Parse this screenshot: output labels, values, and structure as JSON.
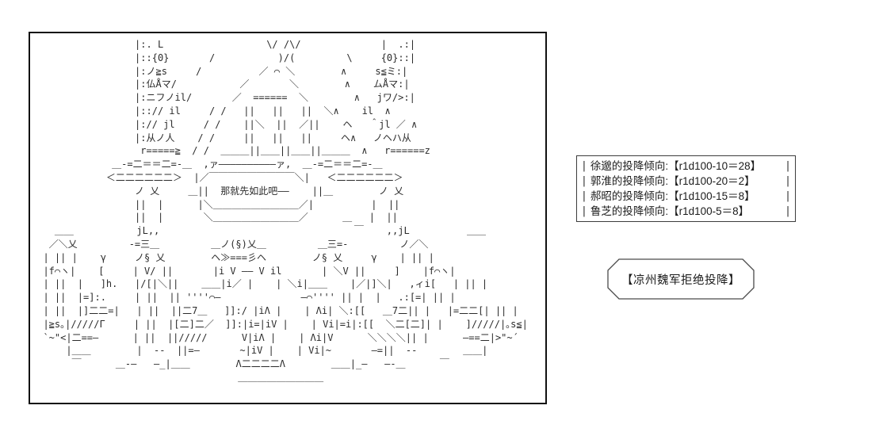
{
  "colors": {
    "background": "#ffffff",
    "ink": "#1b1b1b",
    "aa_ink": "#2b2b2b",
    "border": "#111111",
    "box_border": "#3c3c3c"
  },
  "aa_panel": {
    "speech_text": "那就先如此吧――",
    "lines": [
      "                  |:. L                  \\/ /\\/              |  .:|",
      "                  |::{0}       /           )/(         \\     {0}::|",
      "                  |:ノ≧s     /          ／ ⌒ ＼        ∧     s≦ミ:|",
      "                  |:仏Åマ/           ／       ＼        ∧    ムÅマ:|",
      "                  |:ニフノil/       ／  ======  ＼        ∧   jワ/>:|",
      "                  |::// il     / /   ||   ||   ||  ＼∧    il  ∧",
      "                  |:// jl     / /    ||＼  ||  ／||    ヘ   ＾jl ／ ∧",
      "                  |:从ノ人    / /     ||   ||   ||     ヘ∧   ノヘハ从",
      "                   r=====≧  / /  ＿＿＿||＿＿||＿＿||＿＿＿  ∧   r======z",
      "              ＿-=二＝＝二=-＿  ,ァ――――――――――ァ,  ＿-=二＝＝二=-＿",
      "             ＜二二二二二二＞  |／￣￣￣￣￣￣￣￣￣＼|   ＜二二二二二二＞",
      "                  ノ 乂     ＿||  那就先如此吧――    ||＿        ノ 乂",
      "                  ||  |      |＼＿＿＿＿＿＿＿＿＿／|          |  ||",
      "                  ||  |       ＼＿＿＿＿＿＿＿＿＿／      ＿   |  ||",
      "    ＿＿           jL,,                                  ￣    ,,jL          ＿＿",
      "   ／＼乂         -=三＿         ＿ノ(§)乂＿         ＿三=-         ノ／＼",
      "  | || |    γ     ノ§ 乂        ヘ≫===彡ヘ        ノ§ 乂     γ    | || |",
      "  |f⌒ヽ|    [     | V/ ||       |i V ―― V il       | ＼V ||     ]    |f⌒ヽ|",
      "  | ||  |   ]h.   |/[|＼||    ＿＿|i／ |    | ＼i|＿＿    |／|]＼|   ,ィi[   | || |",
      "  | ||  |=]:.     | ||  || ''''⌒―              ―⌒'''' || |  |   .:[=| || |",
      "  | ||  |]二二=|   | ||  ||二7＿   ]]:/ |iΛ |    | Λi| ＼:[[   ＿7二|| |   |=二二[| || |",
      "  |≧s｡|/////Γ     | ||  |[二]二／  ]]:|i=|iV |    | Vi|=i|:[[  ＼二[二]| |    ]/////|｡s≦|",
      "  `~\"<|二==―      | ||  ||/////      V|iΛ |    | Λi|V      ＼＼＼＼|| |      ―==二|>\"~´",
      "      |＿＿        |  --  ||=―       ~|iV |    | Vi|~       ―=||  --        ＿＿|",
      "       ￣      ＿-―   ―_|＿＿        Λ二二二二Λ        ＿＿|_―   ―-＿      ￣",
      "                                    ＿＿＿＿＿＿＿＿＿"
    ]
  },
  "dice_box": {
    "side_char": "|",
    "lines": [
      "徐邈的投降倾向:【r1d100-10＝28】",
      "郭淮的投降倾向:【r1d100-20＝2】",
      "郝昭的投降倾向:【r1d100-15＝8】",
      "鲁芝的投降倾向:【r1d100-5＝8】"
    ]
  },
  "result_bubble": {
    "text": "【凉州魏军拒绝投降】"
  }
}
